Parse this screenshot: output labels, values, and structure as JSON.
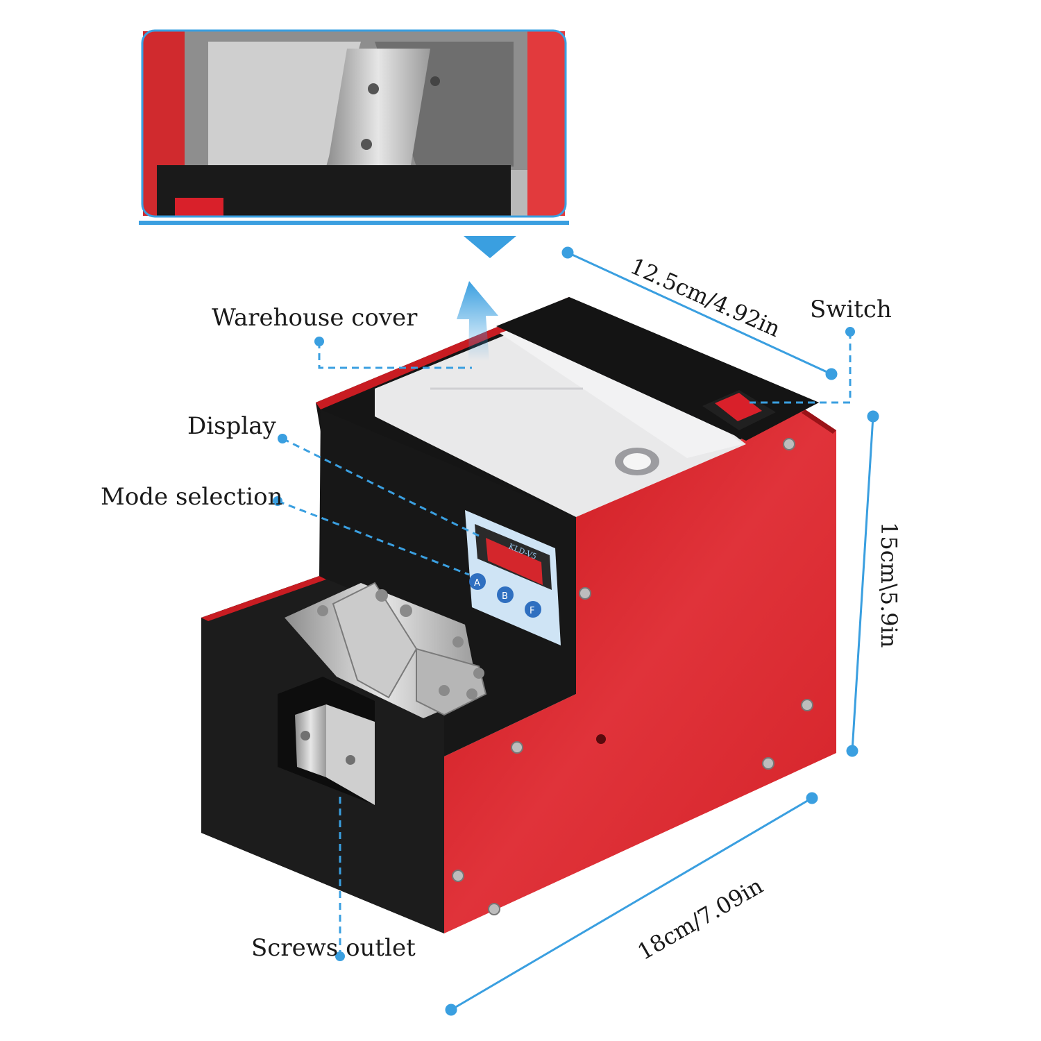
{
  "labels": {
    "warehouse_cover": "Warehouse cover",
    "display": "Display",
    "mode_selection": "Mode selection",
    "switch": "Switch",
    "screws_outlet": "Screws outlet"
  },
  "dimensions": {
    "depth": "12.5cm/4.92in",
    "height": "15cm\\5.9in",
    "width": "18cm/7.09in"
  },
  "device": {
    "display_model": "KLD-V5",
    "buttons": [
      "A",
      "B",
      "F"
    ]
  },
  "colors": {
    "accent_blue": "#3a9fe0",
    "body_red": "#d8232a",
    "housing_black": "#151515"
  }
}
